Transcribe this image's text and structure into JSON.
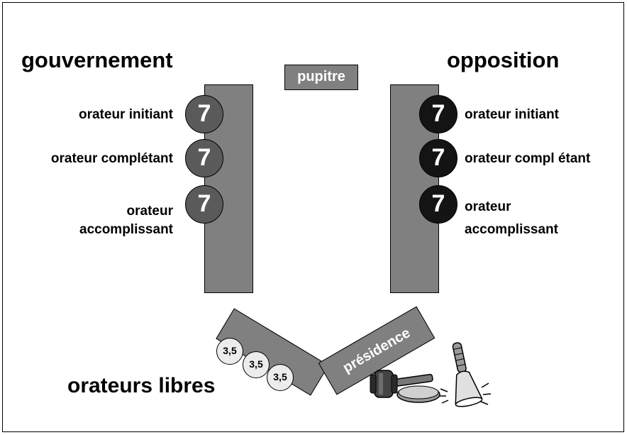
{
  "government": {
    "title": "gouvernement",
    "speakers": [
      {
        "label": "orateur initiant",
        "minutes": "7"
      },
      {
        "label": "orateur complétant",
        "minutes": "7"
      },
      {
        "label_line1": "orateur",
        "label_line2": "accomplissant",
        "minutes": "7"
      }
    ]
  },
  "opposition": {
    "title": "opposition",
    "speakers": [
      {
        "label": "orateur initiant",
        "minutes": "7"
      },
      {
        "label": "orateur compl étant",
        "minutes": "7"
      },
      {
        "label_line1": "orateur",
        "label_line2": "accomplissant",
        "minutes": "7"
      }
    ]
  },
  "lectern": {
    "label": "pupitre"
  },
  "presidency": {
    "label": "présidence"
  },
  "free_speakers": {
    "title": "orateurs libres",
    "times": [
      "3,5",
      "3,5",
      "3,5"
    ]
  },
  "icons": [
    "gavel-icon",
    "bell-icon"
  ],
  "colors": {
    "bench": "#808080",
    "government_badge": "#5a5a5a",
    "opposition_badge": "#141414",
    "coin": "#ececec"
  }
}
